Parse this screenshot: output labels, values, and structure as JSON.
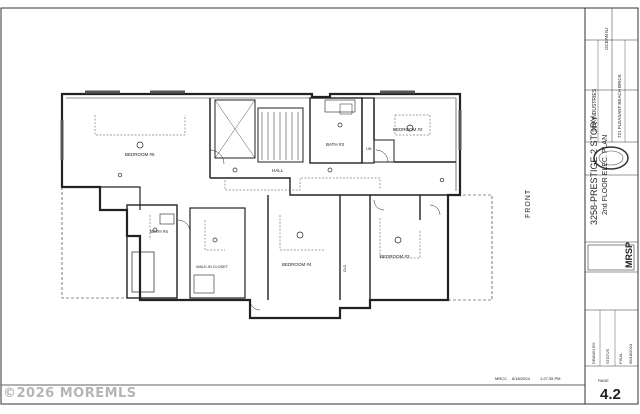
{
  "sheet": {
    "page_number": "4.2",
    "page_label": "PAGE",
    "front_label": "FRONT",
    "footer_code": "MRCC",
    "footer_date": "6/18/2024",
    "footer_time": "1:27:35 PM",
    "plan_title": "3258-PRESTIGE 2 STORY",
    "plan_subtitle": "2nd FLOOR ELEC. PLAN",
    "company": "SICA INDUSTRIES",
    "address": "721 PLEASANT BEACH",
    "city": "BRICK",
    "county": "OCEAN",
    "state": "NJ",
    "drawn_by_label": "DRAWN BY:",
    "status_label": "STATUS",
    "status_value": "FINAL",
    "date_value": "06/18/2024",
    "logo_text": "MRSP",
    "watermark": "©2026 MOREMLS"
  },
  "rooms": {
    "bedroom5": "BEDROOM #5",
    "bedroom2": "BEDROOM #2",
    "bedroom3": "BEDROOM #3",
    "bedroom4": "BEDROOM #4",
    "bath3": "BATH #3",
    "bath4": "BATH #4",
    "hall": "HALL",
    "walkin": "WALK-IN CLOSET",
    "lin": "LIN",
    "clo": "CLO"
  }
}
